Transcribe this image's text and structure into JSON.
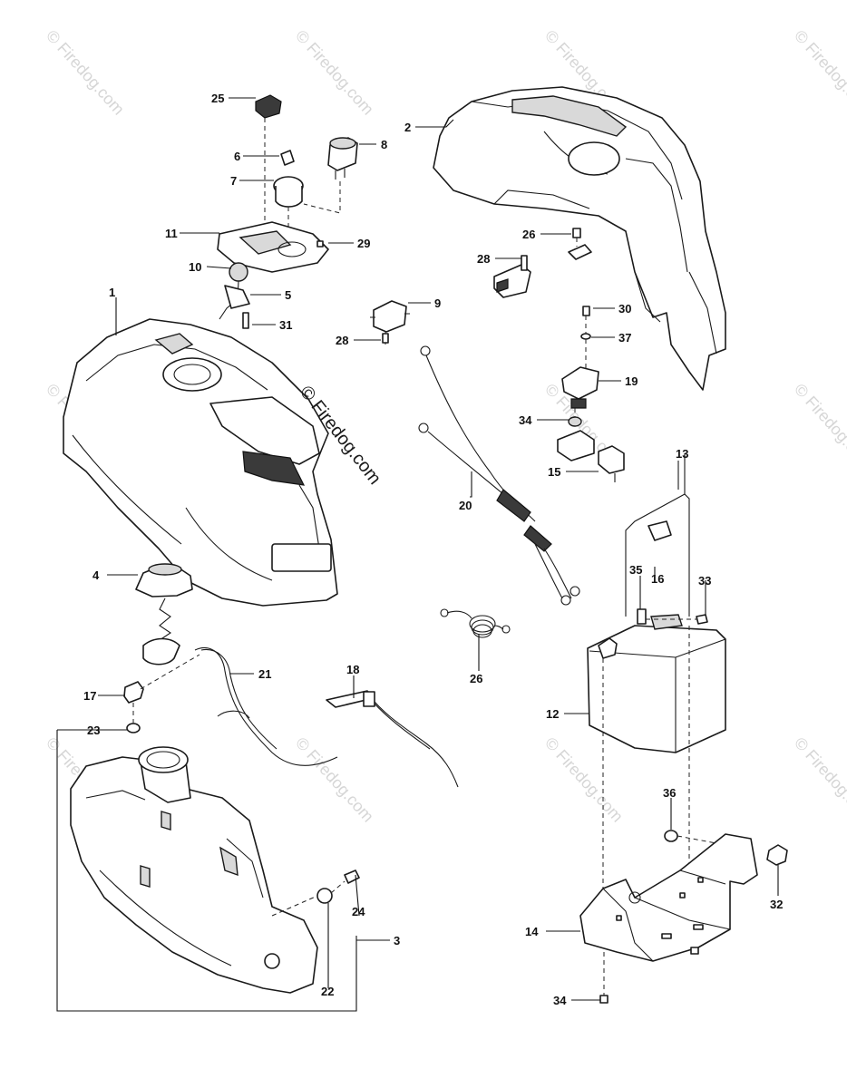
{
  "watermark": {
    "text": "© Firedog.com"
  },
  "callouts": {
    "c1": "1",
    "c2": "2",
    "c3": "3",
    "c4": "4",
    "c5": "5",
    "c6": "6",
    "c7": "7",
    "c8": "8",
    "c9": "9",
    "c10": "10",
    "c11": "11",
    "c12": "12",
    "c13": "13",
    "c14": "14",
    "c15": "15",
    "c16": "16",
    "c17": "17",
    "c18": "18",
    "c19": "19",
    "c20": "20",
    "c21": "21",
    "c22": "22",
    "c23": "23",
    "c24": "24",
    "c25": "25",
    "c26a": "26",
    "c26b": "26",
    "c28a": "28",
    "c28b": "28",
    "c29": "29",
    "c30": "30",
    "c31": "31",
    "c32": "32",
    "c33": "33",
    "c34a": "34",
    "c34b": "34",
    "c35": "35",
    "c36": "36",
    "c37": "37"
  }
}
